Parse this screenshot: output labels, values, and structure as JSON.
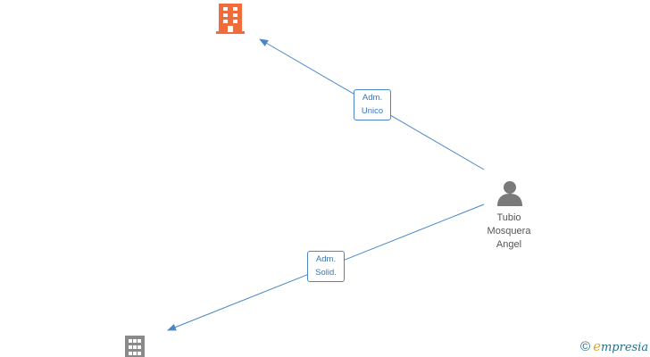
{
  "nodes": {
    "company_top": {
      "kind": "company",
      "color": "#f26b3a",
      "icon": "building-icon"
    },
    "company_bottom": {
      "kind": "company",
      "color": "#8a8a8a",
      "icon": "building-icon"
    },
    "person": {
      "kind": "person",
      "color": "#7a7a7a",
      "icon": "person-icon",
      "name_lines": [
        "Tubio",
        "Mosquera",
        "Angel"
      ]
    }
  },
  "edges": [
    {
      "from": "person",
      "to": "company_top",
      "label_lines": [
        "Adm.",
        "Unico"
      ],
      "color": "#4a86c8"
    },
    {
      "from": "person",
      "to": "company_bottom",
      "label_lines": [
        "Adm.",
        "Solid."
      ],
      "color": "#4a86c8"
    }
  ],
  "brand": {
    "copyright_symbol": "©",
    "name_first": "e",
    "name_rest": "mpresia",
    "colors": {
      "main": "#1f6f8b",
      "accent": "#e8a317"
    }
  }
}
